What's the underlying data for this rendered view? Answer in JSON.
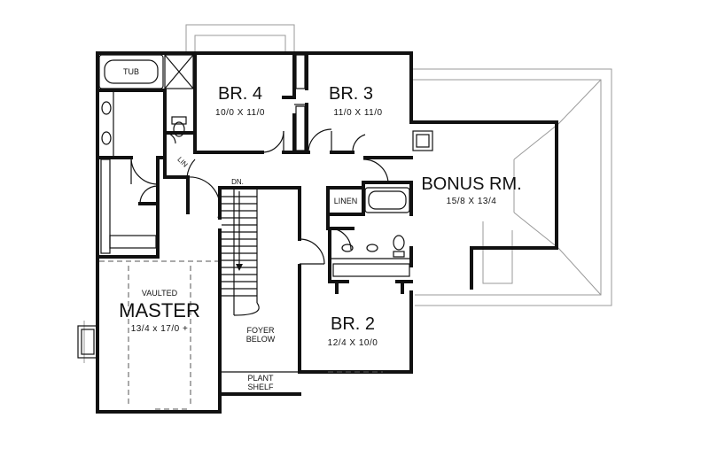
{
  "rooms": {
    "br4": {
      "name": "BR. 4",
      "dims": "10/0 X 11/0"
    },
    "br3": {
      "name": "BR. 3",
      "dims": "11/0 X 11/0"
    },
    "bonus": {
      "name": "BONUS RM.",
      "dims": "15/8 X 13/4"
    },
    "master": {
      "prefix": "VAULTED",
      "name": "MASTER",
      "dims": "13/4 x 17/0 +"
    },
    "br2": {
      "name": "BR. 2",
      "dims": "12/4 X 10/0"
    }
  },
  "labels": {
    "tub": "TUB",
    "lin": "LIN",
    "linen": "LINEN",
    "down": "DN.",
    "foyer_line1": "FOYER",
    "foyer_line2": "BELOW",
    "shelf_line1": "PLANT",
    "shelf_line2": "SHELF"
  }
}
